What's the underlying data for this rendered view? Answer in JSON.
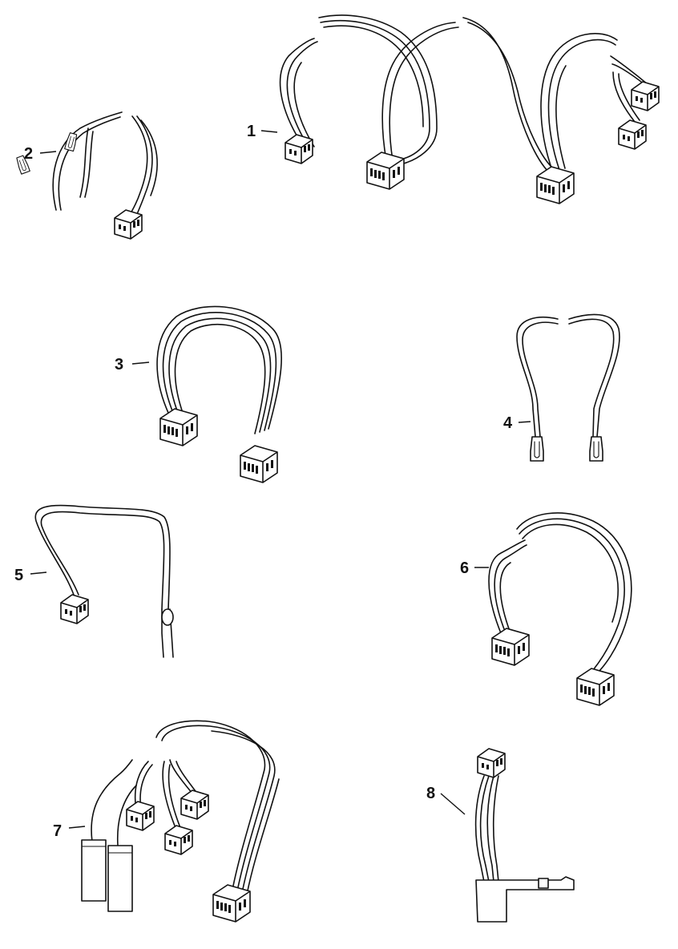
{
  "callouts": {
    "item1": "1",
    "item2": "2",
    "item3": "3",
    "item4": "4",
    "item5": "5",
    "item6": "6",
    "item7": "7",
    "item8": "8"
  }
}
